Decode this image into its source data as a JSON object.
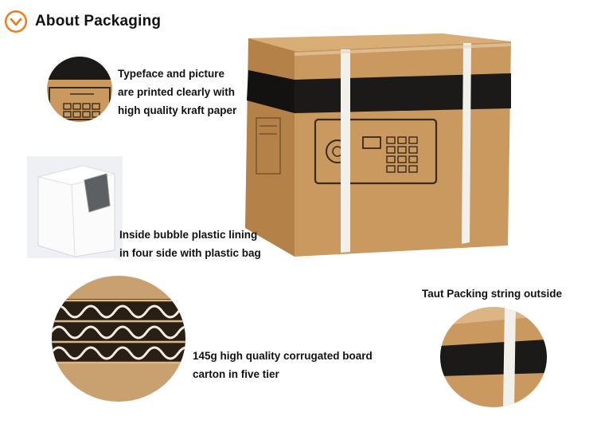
{
  "header": {
    "title": "About Packaging",
    "accent": "#f07a1a",
    "icon": "chevron-down-icon"
  },
  "features": {
    "print": [
      "Typeface and picture",
      "are printed clearly with",
      "high quality kraft paper"
    ],
    "lining": [
      "Inside bubble plastic lining",
      "in four side with plastic bag"
    ],
    "board": [
      "145g high quality corrugated board",
      "carton in five tier"
    ],
    "string": [
      "Taut Packing string outside"
    ]
  },
  "colors": {
    "kraft": "#c9995f",
    "kraft_dark": "#b07f45",
    "band": "#1c1a18",
    "strap": "#f2f0ea"
  }
}
